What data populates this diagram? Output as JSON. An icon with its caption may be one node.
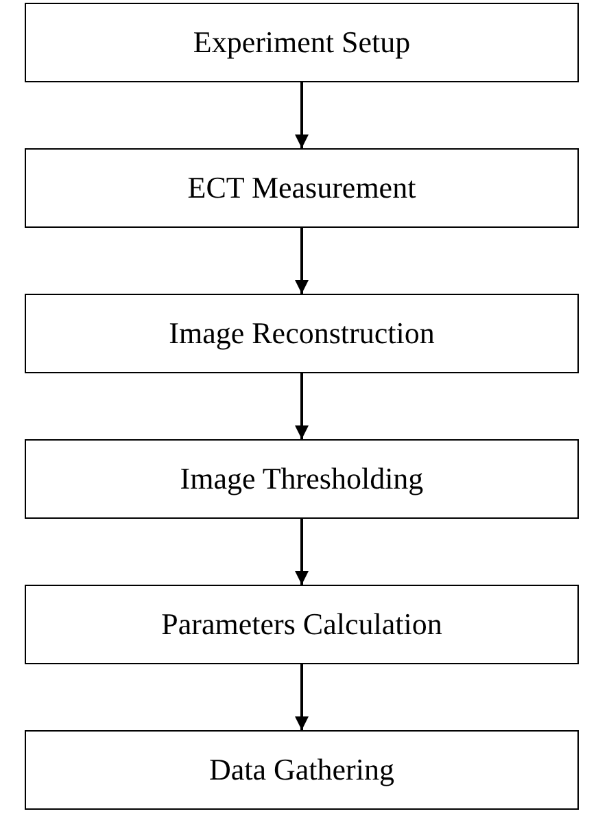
{
  "diagram": {
    "nodes": [
      {
        "text": [
          "Experiment Setup"
        ]
      },
      {
        "text": [
          "ECT Measurement"
        ]
      },
      {
        "text": [
          "Image Reconstruction"
        ]
      },
      {
        "text": [
          "Image Thresholding"
        ]
      },
      {
        "text": [
          "Parameters Calculation"
        ]
      },
      {
        "text": [
          "Data Gathering"
        ]
      }
    ],
    "edges": [
      {
        "from": 0,
        "to": 1,
        "arrow": "to"
      },
      {
        "from": 1,
        "to": 2,
        "arrow": "to"
      },
      {
        "from": 2,
        "to": 3,
        "arrow": "to"
      },
      {
        "from": 3,
        "to": 4,
        "arrow": "to"
      },
      {
        "from": 4,
        "to": 5,
        "arrow": "to"
      }
    ]
  }
}
